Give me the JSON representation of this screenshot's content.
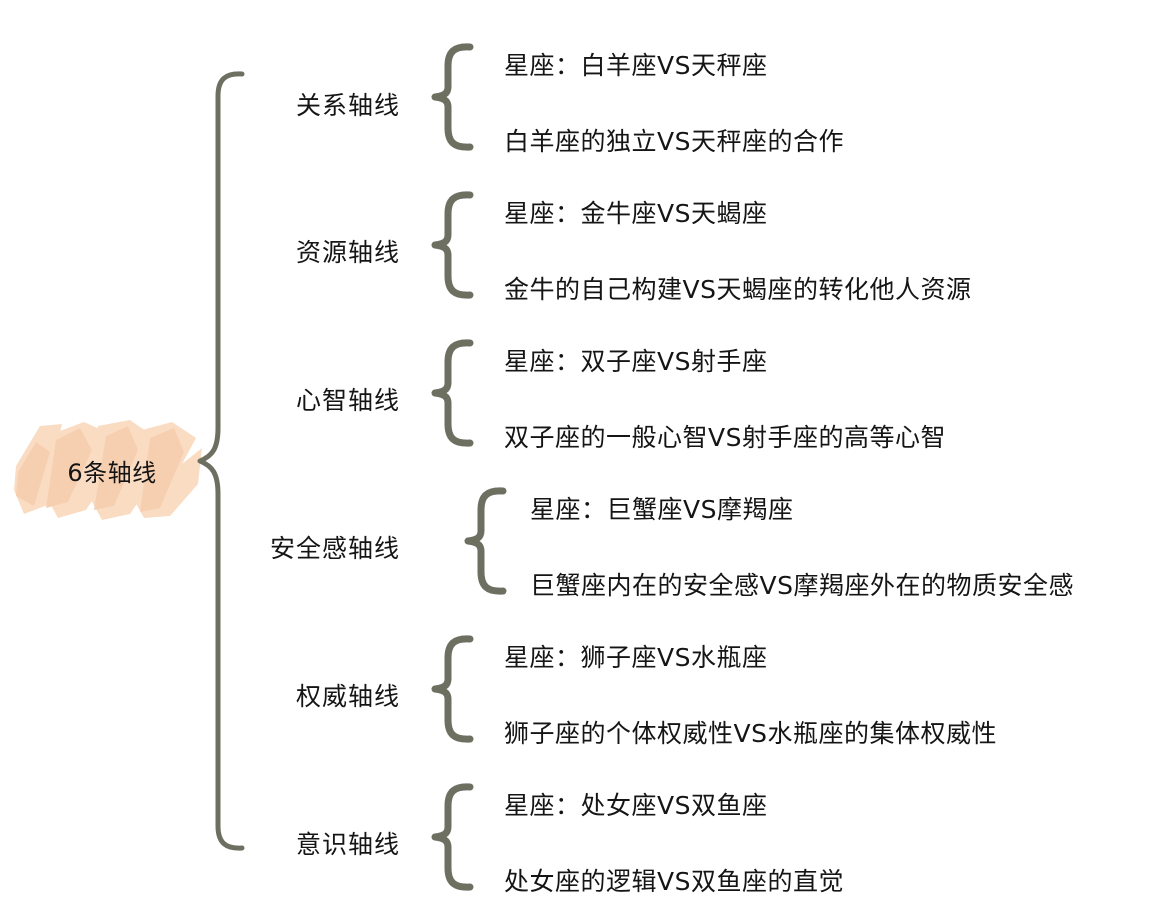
{
  "diagram": {
    "root": {
      "label": "6条轴线",
      "highlight_color": "#fadcc3",
      "highlight_color_dark": "#f6cfb0"
    },
    "brace_color": "#6d7061",
    "text_color": "#151515",
    "background": "#ffffff",
    "branches": [
      {
        "label": "关系轴线",
        "details": [
          "星座：白羊座VS天秤座",
          "白羊座的独立VS天秤座的合作"
        ]
      },
      {
        "label": "资源轴线",
        "details": [
          "星座：金牛座VS天蝎座",
          "金牛的自己构建VS天蝎座的转化他人资源"
        ]
      },
      {
        "label": "心智轴线",
        "details": [
          "星座：双子座VS射手座",
          "双子座的一般心智VS射手座的高等心智"
        ]
      },
      {
        "label": "安全感轴线",
        "details": [
          "星座：巨蟹座VS摩羯座",
          "巨蟹座内在的安全感VS摩羯座外在的物质安全感"
        ]
      },
      {
        "label": "权威轴线",
        "details": [
          "星座：狮子座VS水瓶座",
          "狮子座的个体权威性VS水瓶座的集体权威性"
        ]
      },
      {
        "label": "意识轴线",
        "details": [
          "星座：处女座VS双鱼座",
          "处女座的逻辑VS双鱼座的直觉"
        ]
      }
    ]
  }
}
